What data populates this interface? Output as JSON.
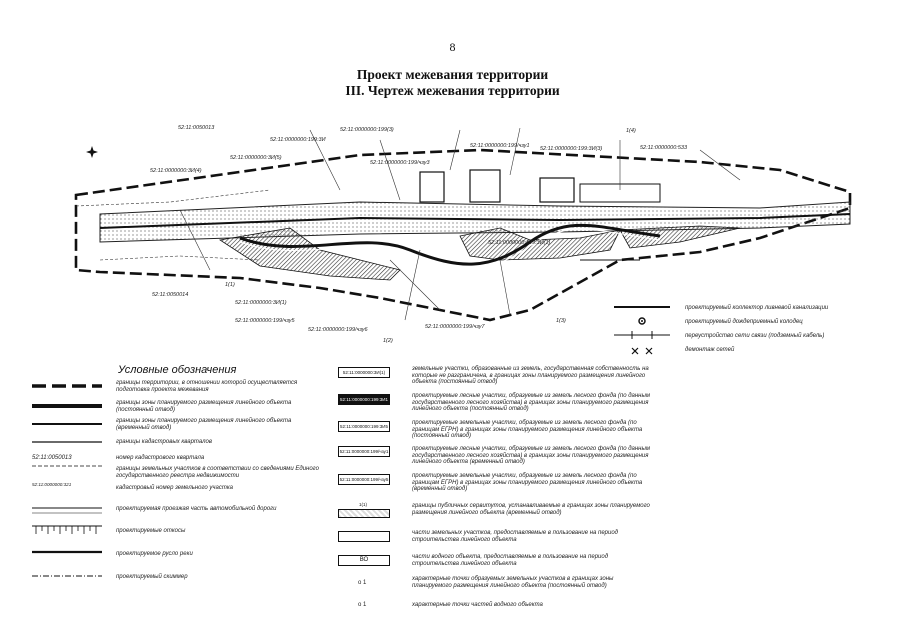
{
  "page_number": "8",
  "title_line1": "Проект межевания территории",
  "title_line2": "III. Чертеж межевания территории",
  "map_labels": [
    "52:11:0050013",
    "52:11:0000000:199(3)",
    "52:11:0000000:199:3И",
    "52:11:0000000:533",
    "52:11:0000000:199/чзу1",
    "52:11:0000000:3И(5)",
    "52:11:0000000:3И(4)",
    "52:11:0000000:199/чзу3",
    "52:11:0000000:199:3И(3)",
    "52:11:0000000:199:3И(1)",
    "52:11:0000000:3И(1)",
    "52:11:0000000:199/чзу5",
    "52:11:0000000:199/чзу6",
    "52:11:0000000:199/чзу7",
    "52:11:0050014",
    "1(4)",
    "1(1)",
    "1(2)",
    "1(3)"
  ],
  "right_legend": [
    "проектируемый коллектор ливневой канализации",
    "проектируемый дождеприемный колодец",
    "переустройство сети связи (подземный кабель)",
    "демонтаж сетей"
  ],
  "legend_heading": "Условные обозначения",
  "legend_left": [
    "границы территории, в отношении которой осуществляется подготовка проекта межевания",
    "границы зоны планируемого размещения линейного объекта (постоянный отвод)",
    "границы зоны планируемого размещения линейного объекта (временный отвод)",
    "границы кадастровых кварталов",
    "номер кадастрового квартала",
    "границы земельных участков в соответствии со сведениями Единого государственного реестра недвижимости",
    "кадастровый номер земельного участка",
    "проектируемая проезжая часть автомобильной дороги",
    "проектируемые откосы",
    "проектируемое русло реки",
    "проектируемый скиммер"
  ],
  "legend_left_symbols": [
    "52:11:0050013",
    "52:11:0000000:321"
  ],
  "legend_mid_boxes": [
    "52:11:0000000:3И(1)",
    "52:11:0000000:199:3И1",
    "52:11:0000000:199:3И5",
    "52:11:0000000:199/чзу1",
    "52:11:0000000:199/чзу5",
    "1(1)",
    "",
    "ВО"
  ],
  "legend_mid": [
    "земельные участки, образованные из земель, государственная собственность на которые не разграничена, в границах зоны планируемого размещения линейного объекта (постоянный отвод)",
    "проектируемые лесные участки, образуемые из земель лесного фонда (по данным государственного лесного хозяйства) в границах зоны планируемого размещения линейного объекта (постоянный отвод)",
    "проектируемые земельные участки, образуемые из земель лесного фонда (по границам ЕГРН) в границах зоны планируемого размещения линейного объекта (постоянный отвод)",
    "проектируемые лесные участки, образуемые из земель лесного фонда (по данным государственного лесного хозяйства) в границах зоны планируемого размещения линейного объекта (временный отвод)",
    "проектируемые земельные участки, образуемые из земель лесного фонда (по границам ЕГРН) в границах зоны планируемого размещения линейного объекта (временный отвод)",
    "границы публичных сервитутов, устанавливаемые в границах зоны планируемого размещения линейного объекта (временный отвод)",
    "части земельных участков, предоставляемые в пользование на период строительства линейного объекта",
    "части водного объекта, предоставляемые в пользование на период строительства линейного объекта",
    "характерные точки образуемых земельных участков в границах зоны планируемого размещения линейного объекта (постоянный отвод)",
    "характерные точки частей водного объекта"
  ],
  "point_marks": [
    "о 1",
    "о 1"
  ]
}
